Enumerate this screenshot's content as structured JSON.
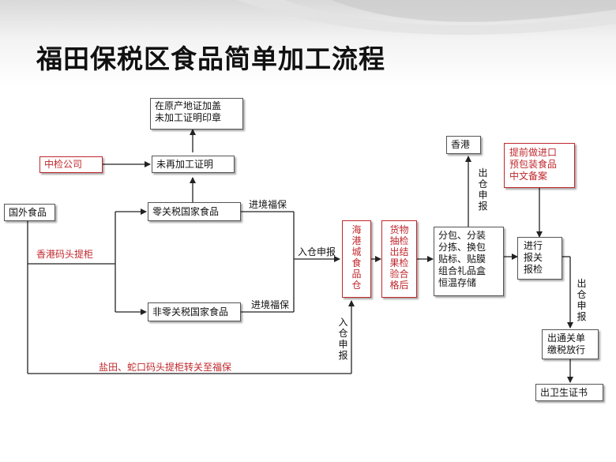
{
  "title": "福田保税区食品简单加工流程",
  "nodes": {
    "certificate_origin": [
      "在原产地证加盖",
      "未加工证明印章"
    ],
    "inspection_company": "中检公司",
    "reprocess_certificate": "未再加工证明",
    "foreign_food": "国外食品",
    "zero_tariff": "零关税国家食品",
    "non_zero_tariff": "非零关税国家食品",
    "haigang_warehouse": "海港城食品仓",
    "goods_inspection": "货物抽检出结果检验合格后",
    "hongkong": "香港",
    "processing": [
      "分包、分装",
      "分拣、换包",
      "贴标、贴膜",
      "组合礼品盒",
      "恒温存储"
    ],
    "pre_filing": [
      "提前做进口",
      "预包装食品",
      "中文备案"
    ],
    "customs_declaration": [
      "进行",
      "报关",
      "报检"
    ],
    "clearance": [
      "出通关单",
      "缴税放行"
    ],
    "health_certificate": "出卫生证书"
  },
  "labels": {
    "hk_pier": "香港码头提柜",
    "bonded_entry_top": "进境福保",
    "bonded_entry_bottom": "进境福保",
    "warehouse_in_declare": "入仓申报",
    "warehouse_in_declare_vertical": "入仓申报",
    "yantian_transfer": "盐田、蛇口码头提柜转关至福保",
    "warehouse_out_declare_hk": "出仓申报",
    "warehouse_out_declare": "出仓申报"
  },
  "colors": {
    "accent_red": "#c0282d",
    "text": "#111111",
    "line": "#222222"
  }
}
